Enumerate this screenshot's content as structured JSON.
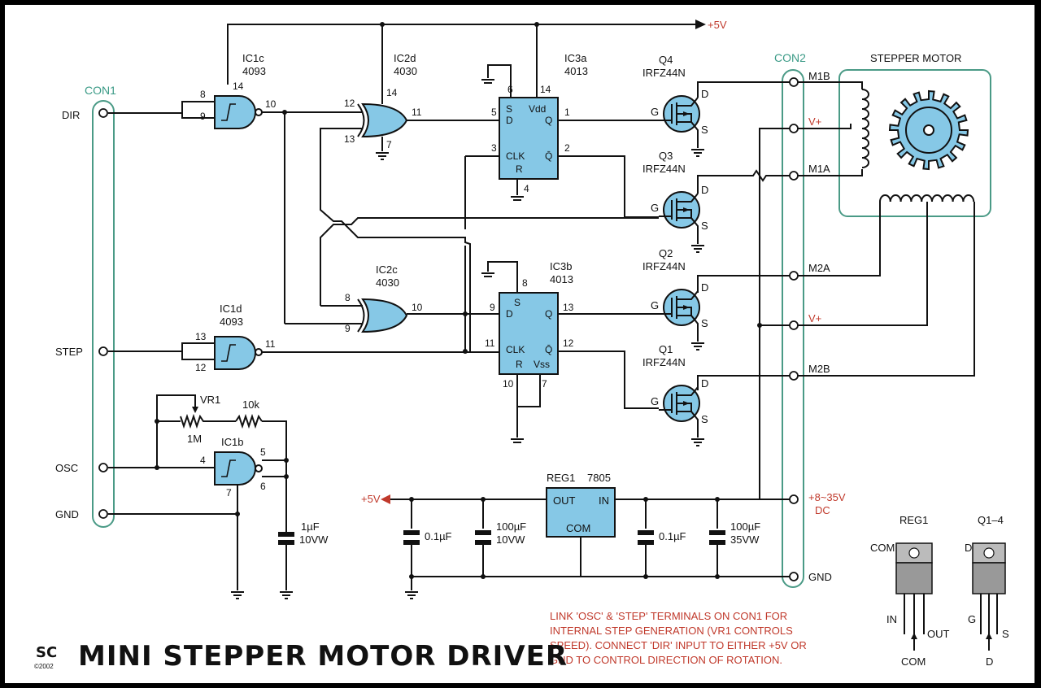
{
  "title": "MINI STEPPER MOTOR DRIVER",
  "logo": {
    "text": "SC",
    "year": "©2002"
  },
  "supply_label": "+5V",
  "con1": {
    "name": "CON1",
    "terminals": [
      "DIR",
      "STEP",
      "OSC",
      "GND"
    ]
  },
  "con2": {
    "name": "CON2",
    "terminals": [
      "M1B",
      "V+",
      "M1A",
      "M2A",
      "V+",
      "M2B",
      "+8~35V",
      "DC",
      "GND"
    ]
  },
  "motor_label": "STEPPER MOTOR",
  "gates": {
    "ic1c": {
      "name": "IC1c",
      "part": "4093",
      "pins": [
        "8",
        "9",
        "14",
        "10"
      ]
    },
    "ic1d": {
      "name": "IC1d",
      "part": "4093",
      "pins": [
        "13",
        "12",
        "11"
      ]
    },
    "ic1b": {
      "name": "IC1b",
      "part": "",
      "pins": [
        "4",
        "5",
        "6",
        "7"
      ]
    },
    "ic2d": {
      "name": "IC2d",
      "part": "4030",
      "pins": [
        "12",
        "13",
        "14",
        "7",
        "11"
      ]
    },
    "ic2c": {
      "name": "IC2c",
      "part": "4030",
      "pins": [
        "8",
        "9",
        "10"
      ]
    }
  },
  "flipflops": {
    "ic3a": {
      "name": "IC3a",
      "part": "4013",
      "S": "S",
      "D": "D",
      "Vdd": "Vdd",
      "Q": "Q",
      "Qbar": "Q̄",
      "CLK": "CLK",
      "R": "R",
      "pins": [
        "6",
        "14",
        "5",
        "1",
        "3",
        "2",
        "4"
      ]
    },
    "ic3b": {
      "name": "IC3b",
      "part": "4013",
      "S": "S",
      "D": "D",
      "Vss": "Vss",
      "Q": "Q",
      "Qbar": "Q̄",
      "CLK": "CLK",
      "R": "R",
      "pins": [
        "8",
        "9",
        "13",
        "11",
        "12",
        "10",
        "7"
      ]
    }
  },
  "mosfets": [
    {
      "name": "Q4",
      "part": "IRFZ44N",
      "g": "G",
      "d": "D",
      "s": "S"
    },
    {
      "name": "Q3",
      "part": "IRFZ44N",
      "g": "G",
      "d": "D",
      "s": "S"
    },
    {
      "name": "Q2",
      "part": "IRFZ44N",
      "g": "G",
      "d": "D",
      "s": "S"
    },
    {
      "name": "Q1",
      "part": "IRFZ44N",
      "g": "G",
      "d": "D",
      "s": "S"
    }
  ],
  "osc": {
    "vr1": "VR1",
    "vr1_value": "1M",
    "r": "10k",
    "cap": "1µF",
    "cap_v": "10VW"
  },
  "regulator": {
    "name": "REG1",
    "part": "7805",
    "out": "OUT",
    "in": "IN",
    "com": "COM",
    "out_label": "+5V",
    "caps": [
      {
        "value": "0.1µF",
        "volt": ""
      },
      {
        "value": "100µF",
        "volt": "10VW"
      },
      {
        "value": "0.1µF",
        "volt": ""
      },
      {
        "value": "100µF",
        "volt": "35VW"
      }
    ]
  },
  "pinouts": {
    "reg": {
      "title": "REG1",
      "top": "COM",
      "left": "IN",
      "right": "OUT",
      "bottom": "COM"
    },
    "fet": {
      "title": "Q1–4",
      "top": "D",
      "left": "G",
      "right": "S",
      "bottom": "D"
    }
  },
  "note": [
    "LINK 'OSC' & 'STEP' TERMINALS ON CON1 FOR",
    "INTERNAL STEP GENERATION (VR1 CONTROLS",
    "SPEED). CONNECT 'DIR' INPUT TO EITHER +5V OR",
    "GND TO CONTROL DIRECTION OF ROTATION."
  ],
  "colors": {
    "ic_fill": "#86c8e6",
    "connector": "#4a9a86",
    "note": "#c0392b"
  }
}
